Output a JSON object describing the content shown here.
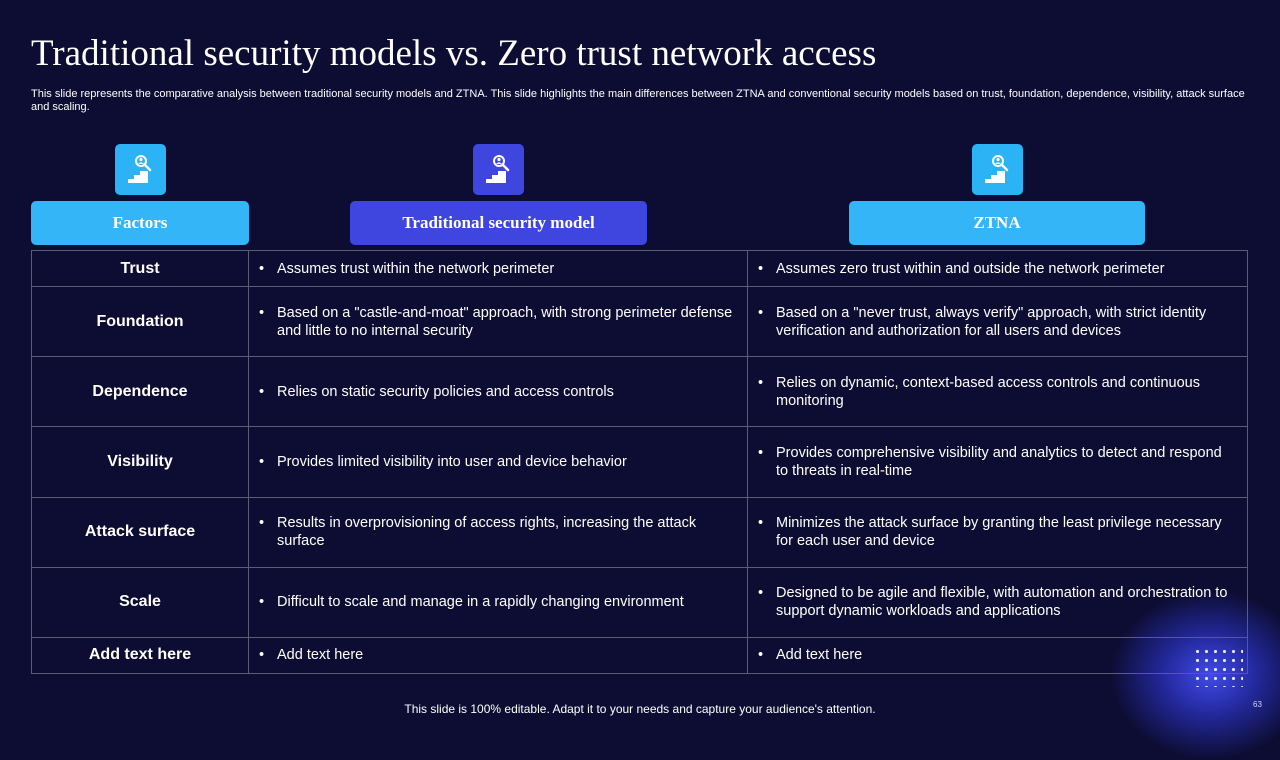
{
  "slide": {
    "title": "Traditional security models vs. Zero trust network access",
    "subtitle": "This slide represents the comparative analysis between traditional security models and ZTNA. This slide highlights the main differences between ZTNA and conventional security models based on trust, foundation, dependence, visibility, attack surface and scaling.",
    "footer": "This slide is 100% editable. Adapt it to your needs and capture your audience's attention.",
    "page_number": "63"
  },
  "colors": {
    "background": "#0d0d33",
    "accent_light": "#33b5f8",
    "accent_dark": "#3f46e0"
  },
  "headers": {
    "factors": "Factors",
    "traditional": "Traditional security model",
    "ztna": "ZTNA",
    "icon": "staircase-magnifier-icon"
  },
  "bullet": "•",
  "rows": [
    {
      "factor": "Trust",
      "traditional": "Assumes trust within the network perimeter",
      "ztna": "Assumes zero trust within and outside the network perimeter"
    },
    {
      "factor": "Foundation",
      "traditional": "Based on a \"castle-and-moat\" approach, with strong perimeter defense and little to no internal security",
      "ztna": "Based on a \"never trust, always verify\" approach, with strict identity verification and authorization for all users and devices"
    },
    {
      "factor": "Dependence",
      "traditional": "Relies on static security policies and access controls",
      "ztna": "Relies on dynamic, context-based access controls and continuous monitoring"
    },
    {
      "factor": "Visibility",
      "traditional": "Provides limited visibility into user and device behavior",
      "ztna": "Provides comprehensive visibility and analytics to detect and respond to threats in real-time"
    },
    {
      "factor": "Attack surface",
      "traditional": "Results in overprovisioning of access rights, increasing the attack surface",
      "ztna": "Minimizes the attack surface by granting the least privilege necessary for each user and device"
    },
    {
      "factor": "Scale",
      "traditional": "Difficult to scale and manage in a rapidly changing environment",
      "ztna": "Designed to be agile and flexible, with automation and orchestration to support dynamic workloads and applications"
    },
    {
      "factor": "Add text here",
      "traditional": "Add text here",
      "ztna": "Add text here"
    }
  ]
}
